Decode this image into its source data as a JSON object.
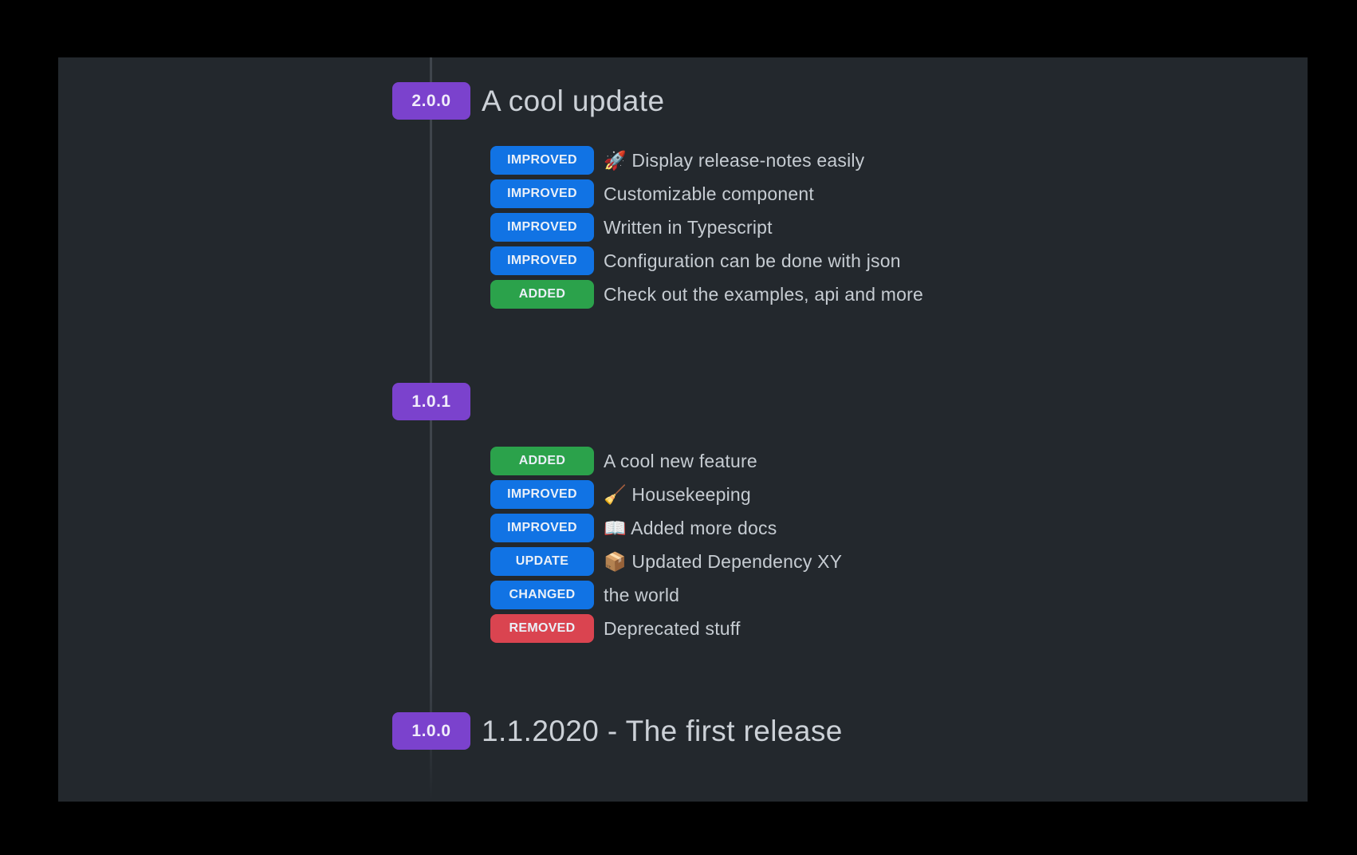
{
  "page": {
    "background_color": "#000000",
    "panel_background_color": "#23282d",
    "timeline_line_color": "#3f454c"
  },
  "colors": {
    "version_badge": "#7b42cd",
    "tag_improved": "#1173e4",
    "tag_added": "#2ba24b",
    "tag_update": "#1173e4",
    "tag_changed": "#1173e4",
    "tag_removed": "#da4450",
    "title_text": "#ccd1d7",
    "entry_text": "#c6ccd2"
  },
  "timeline": {
    "releases": [
      {
        "version": "2.0.0",
        "title": "A cool update",
        "entries": [
          {
            "tag": "IMPROVED",
            "type": "improved",
            "text": "🚀 Display release-notes easily"
          },
          {
            "tag": "IMPROVED",
            "type": "improved",
            "text": "Customizable component"
          },
          {
            "tag": "IMPROVED",
            "type": "improved",
            "text": "Written in Typescript"
          },
          {
            "tag": "IMPROVED",
            "type": "improved",
            "text": "Configuration can be done with json"
          },
          {
            "tag": "ADDED",
            "type": "added",
            "text": "Check out the examples, api and more"
          }
        ]
      },
      {
        "version": "1.0.1",
        "title": "",
        "entries": [
          {
            "tag": "ADDED",
            "type": "added",
            "text": "A cool new feature"
          },
          {
            "tag": "IMPROVED",
            "type": "improved",
            "text": "🧹 Housekeeping"
          },
          {
            "tag": "IMPROVED",
            "type": "improved",
            "text": "📖 Added more docs"
          },
          {
            "tag": "UPDATE",
            "type": "update",
            "text": "📦 Updated Dependency XY"
          },
          {
            "tag": "CHANGED",
            "type": "changed",
            "text": "the world"
          },
          {
            "tag": "REMOVED",
            "type": "removed",
            "text": "Deprecated stuff"
          }
        ]
      },
      {
        "version": "1.0.0",
        "title": "1.1.2020 - The first release",
        "entries": []
      }
    ]
  }
}
